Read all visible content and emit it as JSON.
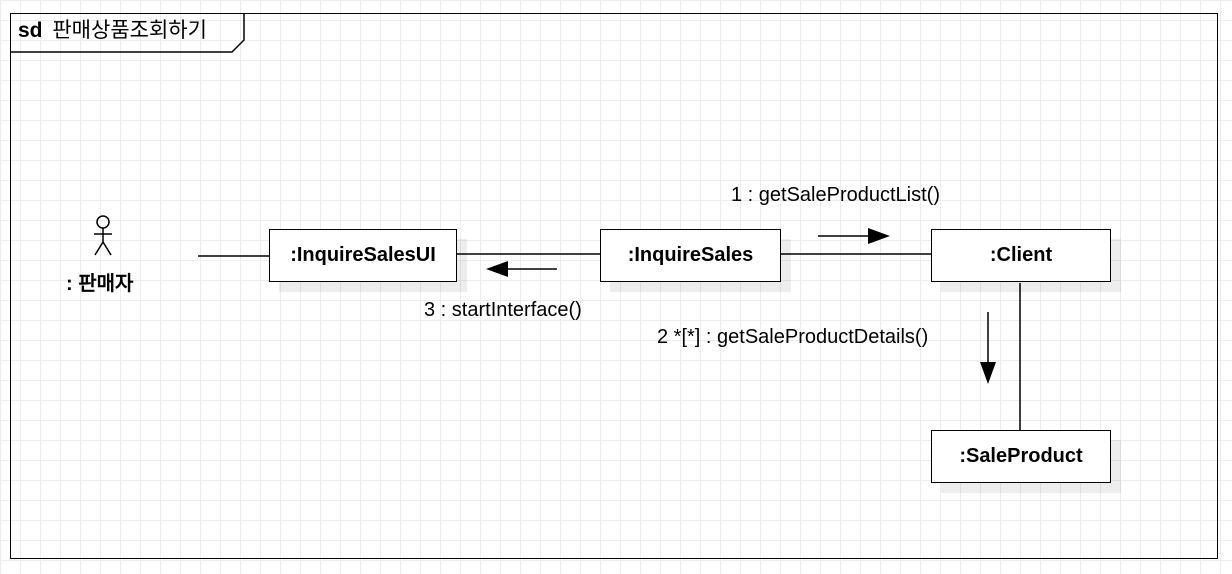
{
  "frame": {
    "keyword": "sd",
    "title": "판매상품조회하기"
  },
  "actor": {
    "label": ": 판매자",
    "icon": "stick-figure-icon"
  },
  "objects": {
    "inquire_sales_ui": ":InquireSalesUI",
    "inquire_sales": ":InquireSales",
    "client": ":Client",
    "sale_product": ":SaleProduct"
  },
  "messages": [
    "1 : getSaleProductList()",
    "2 *[*] : getSaleProductDetails()",
    "3 : startInterface()"
  ],
  "colors": {
    "line": "#000000",
    "grid": "#ececec",
    "background": "#ffffff"
  }
}
